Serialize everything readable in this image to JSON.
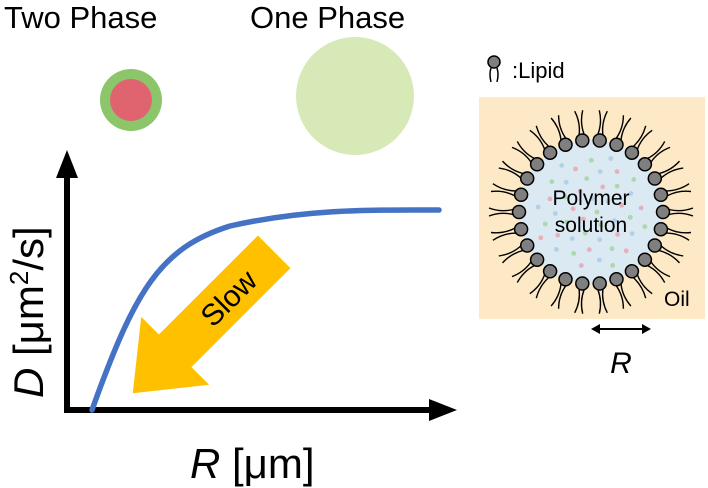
{
  "phases": {
    "two_phase_label": "Two Phase",
    "one_phase_label": "One Phase"
  },
  "axes": {
    "y_symbol": "D",
    "y_unit_open": " [μm",
    "y_unit_exp": "2",
    "y_unit_close": "/s]",
    "x_symbol": "R",
    "x_unit": " [μm]"
  },
  "arrow": {
    "label": "Slow"
  },
  "legend": {
    "lipid_label": ":Lipid"
  },
  "droplet": {
    "line1": "Polymer",
    "line2": "solution",
    "medium_label": "Oil",
    "radius_label": "R"
  },
  "colors": {
    "curve": "#4472c4",
    "arrow": "#ffc000",
    "oil_bg": "#fde9c6",
    "polymer_fill": "#dbe9f3",
    "two_phase_outer": "#8cc56a",
    "two_phase_inner": "#e06470",
    "one_phase": "#d8e9b8",
    "lipid_head": "#7f7f7f"
  }
}
